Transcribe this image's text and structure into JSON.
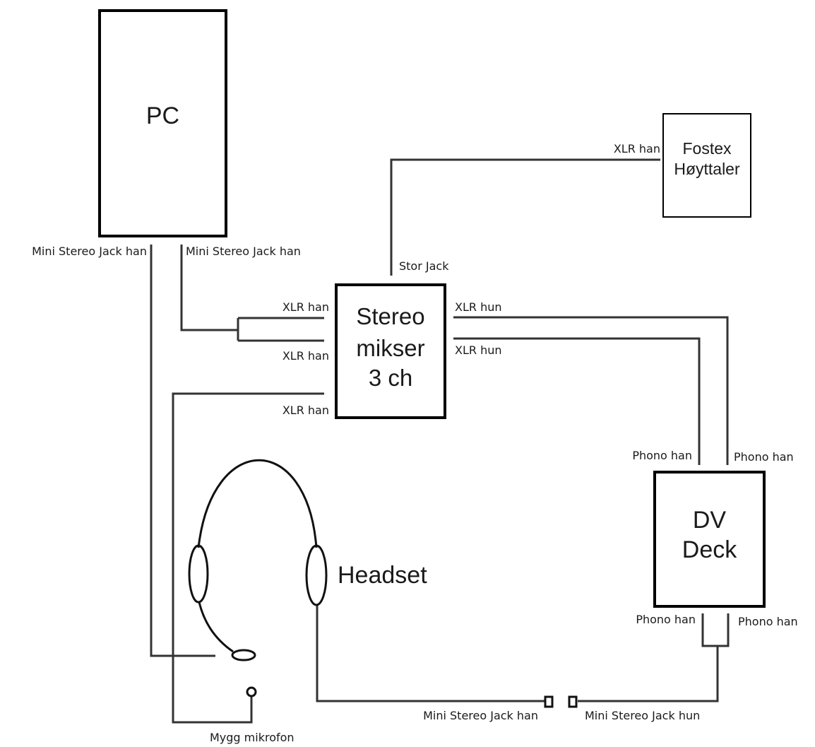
{
  "devices": {
    "pc": "PC",
    "mixer_line1": "Stereo",
    "mixer_line2": "mikser",
    "mixer_line3": "3 ch",
    "speaker_line1": "Fostex",
    "speaker_line2": "Høyttaler",
    "deck_line1": "DV",
    "deck_line2": "Deck",
    "headset": "Headset"
  },
  "connectors": {
    "pc_left": "Mini Stereo Jack han",
    "pc_right": "Mini Stereo Jack han",
    "mixer_in_1": "XLR han",
    "mixer_in_2": "XLR han",
    "mixer_in_3": "XLR han",
    "mixer_out_1": "XLR hun",
    "mixer_out_2": "XLR hun",
    "mixer_top": "Stor Jack",
    "speaker_in": "XLR han",
    "deck_in_left": "Phono han",
    "deck_in_right": "Phono han",
    "deck_out_left": "Phono han",
    "deck_out_right": "Phono han",
    "jack_male": "Mini Stereo Jack han",
    "jack_female": "Mini Stereo Jack hun",
    "mic": "Mygg mikrofon"
  },
  "colors": {
    "line": "#333333",
    "text": "#1a1a1a",
    "border": "#000000"
  }
}
